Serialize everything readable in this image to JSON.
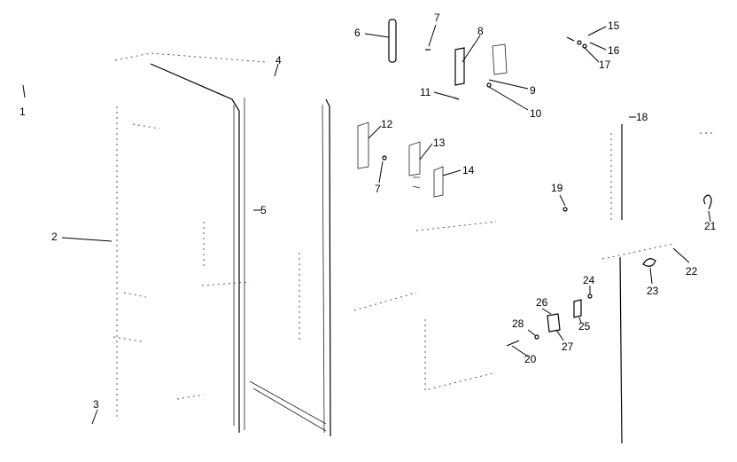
{
  "callouts": [
    {
      "id": "c1",
      "text": "1"
    },
    {
      "id": "c2",
      "text": "2"
    },
    {
      "id": "c3",
      "text": "3"
    },
    {
      "id": "c4",
      "text": "4"
    },
    {
      "id": "c5",
      "text": "5"
    },
    {
      "id": "c6",
      "text": "6"
    },
    {
      "id": "c7a",
      "text": "7"
    },
    {
      "id": "c8",
      "text": "8"
    },
    {
      "id": "c9",
      "text": "9"
    },
    {
      "id": "c10",
      "text": "10"
    },
    {
      "id": "c11",
      "text": "11"
    },
    {
      "id": "c12",
      "text": "12"
    },
    {
      "id": "c13",
      "text": "13"
    },
    {
      "id": "c14",
      "text": "14"
    },
    {
      "id": "c7b",
      "text": "7"
    },
    {
      "id": "c15",
      "text": "15"
    },
    {
      "id": "c16",
      "text": "16"
    },
    {
      "id": "c17",
      "text": "17"
    },
    {
      "id": "c18",
      "text": "18"
    },
    {
      "id": "c19",
      "text": "19"
    },
    {
      "id": "c20",
      "text": "20"
    },
    {
      "id": "c21",
      "text": "21"
    },
    {
      "id": "c22",
      "text": "22"
    },
    {
      "id": "c23",
      "text": "23"
    },
    {
      "id": "c24",
      "text": "24"
    },
    {
      "id": "c25",
      "text": "25"
    },
    {
      "id": "c26",
      "text": "26"
    },
    {
      "id": "c27",
      "text": "27"
    },
    {
      "id": "c28",
      "text": "28"
    }
  ]
}
